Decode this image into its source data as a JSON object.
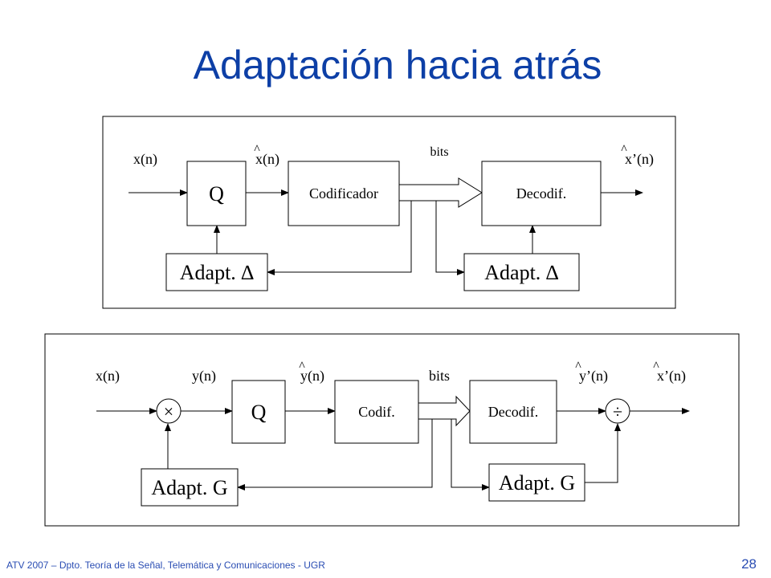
{
  "slide": {
    "title": "Adaptación hacia atrás",
    "footer": "ATV 2007 – Dpto. Teoría de la Señal, Telemática y Comunicaciones - UGR",
    "page_number": "28"
  },
  "diagram1": {
    "input_label": "x(n)",
    "quantized_label": "x(n)",
    "bits_label": "bits",
    "output_label": "x’(n)",
    "hat": "^",
    "q_block": "Q",
    "coder_block": "Codificador",
    "decoder_block": "Decodif.",
    "adapt_left": "Adapt. ∆",
    "adapt_right": "Adapt. ∆"
  },
  "diagram2": {
    "input_label": "x(n)",
    "scaled_label": "y(n)",
    "quantized_label": "y(n)",
    "bits_label": "bits",
    "decoded_label": "y’(n)",
    "output_label": "x’(n)",
    "hat": "^",
    "multiply_symbol": "×",
    "divide_symbol": "÷",
    "q_block": "Q",
    "coder_block": "Codif.",
    "decoder_block": "Decodif.",
    "adapt_left": "Adapt. G",
    "adapt_right": "Adapt. G"
  }
}
